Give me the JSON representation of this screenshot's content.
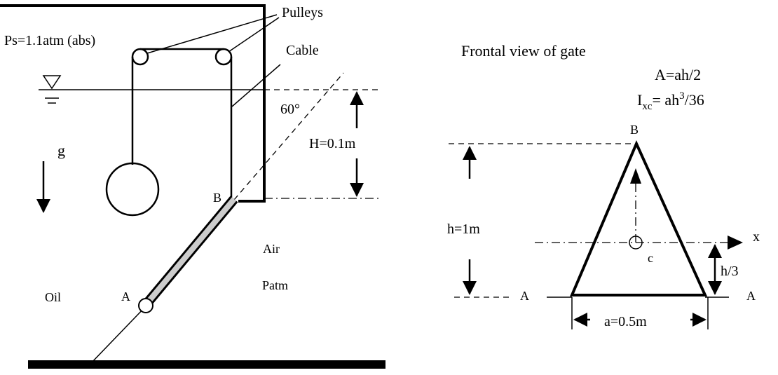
{
  "left_figure": {
    "pulleys_label": "Pulleys",
    "cable_label": "Cable",
    "surface_pressure": "Ps=1.1atm (abs)",
    "angle_label": "60°",
    "depth_label": "H=0.1m",
    "gravity_label": "g",
    "point_b": "B",
    "point_a": "A",
    "oil_label": "Oil",
    "air_label": "Air",
    "patm_label": "Patm"
  },
  "right_figure": {
    "title": "Frontal view of gate",
    "area_formula": "A=ah/2",
    "inertia_prefix": "I",
    "inertia_sub": "xc",
    "inertia_mid": "= ah",
    "inertia_sup": "3",
    "inertia_suffix": "/36",
    "point_b": "B",
    "height_label": "h=1m",
    "centroid_label": "c",
    "axis_label": "x",
    "third_height_label": "h/3",
    "point_a_left": "A",
    "point_a_right": "A",
    "base_label": "a=0.5m"
  }
}
